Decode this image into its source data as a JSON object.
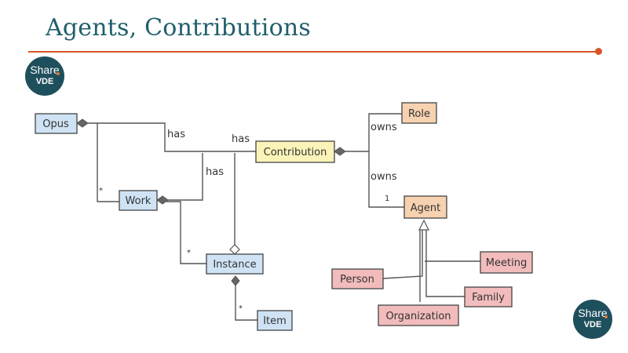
{
  "slide": {
    "title": "Agents, Contributions",
    "logo_top": {
      "line1": "Share",
      "line2": "VDE"
    },
    "logo_bottom": {
      "line1": "Share",
      "line2": "VDE"
    }
  },
  "colors": {
    "accent_rule": "#d9542b",
    "title": "#1f5f6b",
    "blue_box": "#cfe3f5",
    "yellow_box": "#fbf3b8",
    "orange_box": "#f7d2b0",
    "pink_box": "#f2bcbc"
  },
  "diagram": {
    "boxes": {
      "opus": "Opus",
      "work": "Work",
      "instance": "Instance",
      "item": "Item",
      "contribution": "Contribution",
      "role": "Role",
      "agent": "Agent",
      "person": "Person",
      "organization": "Organization",
      "family": "Family",
      "meeting": "Meeting"
    },
    "labels": {
      "has_1": "has",
      "has_2": "has",
      "has_3": "has",
      "owns_1": "owns",
      "owns_2": "owns",
      "mult_one": "1",
      "mult_work": "*",
      "mult_instance": "*",
      "mult_item": "*"
    }
  }
}
